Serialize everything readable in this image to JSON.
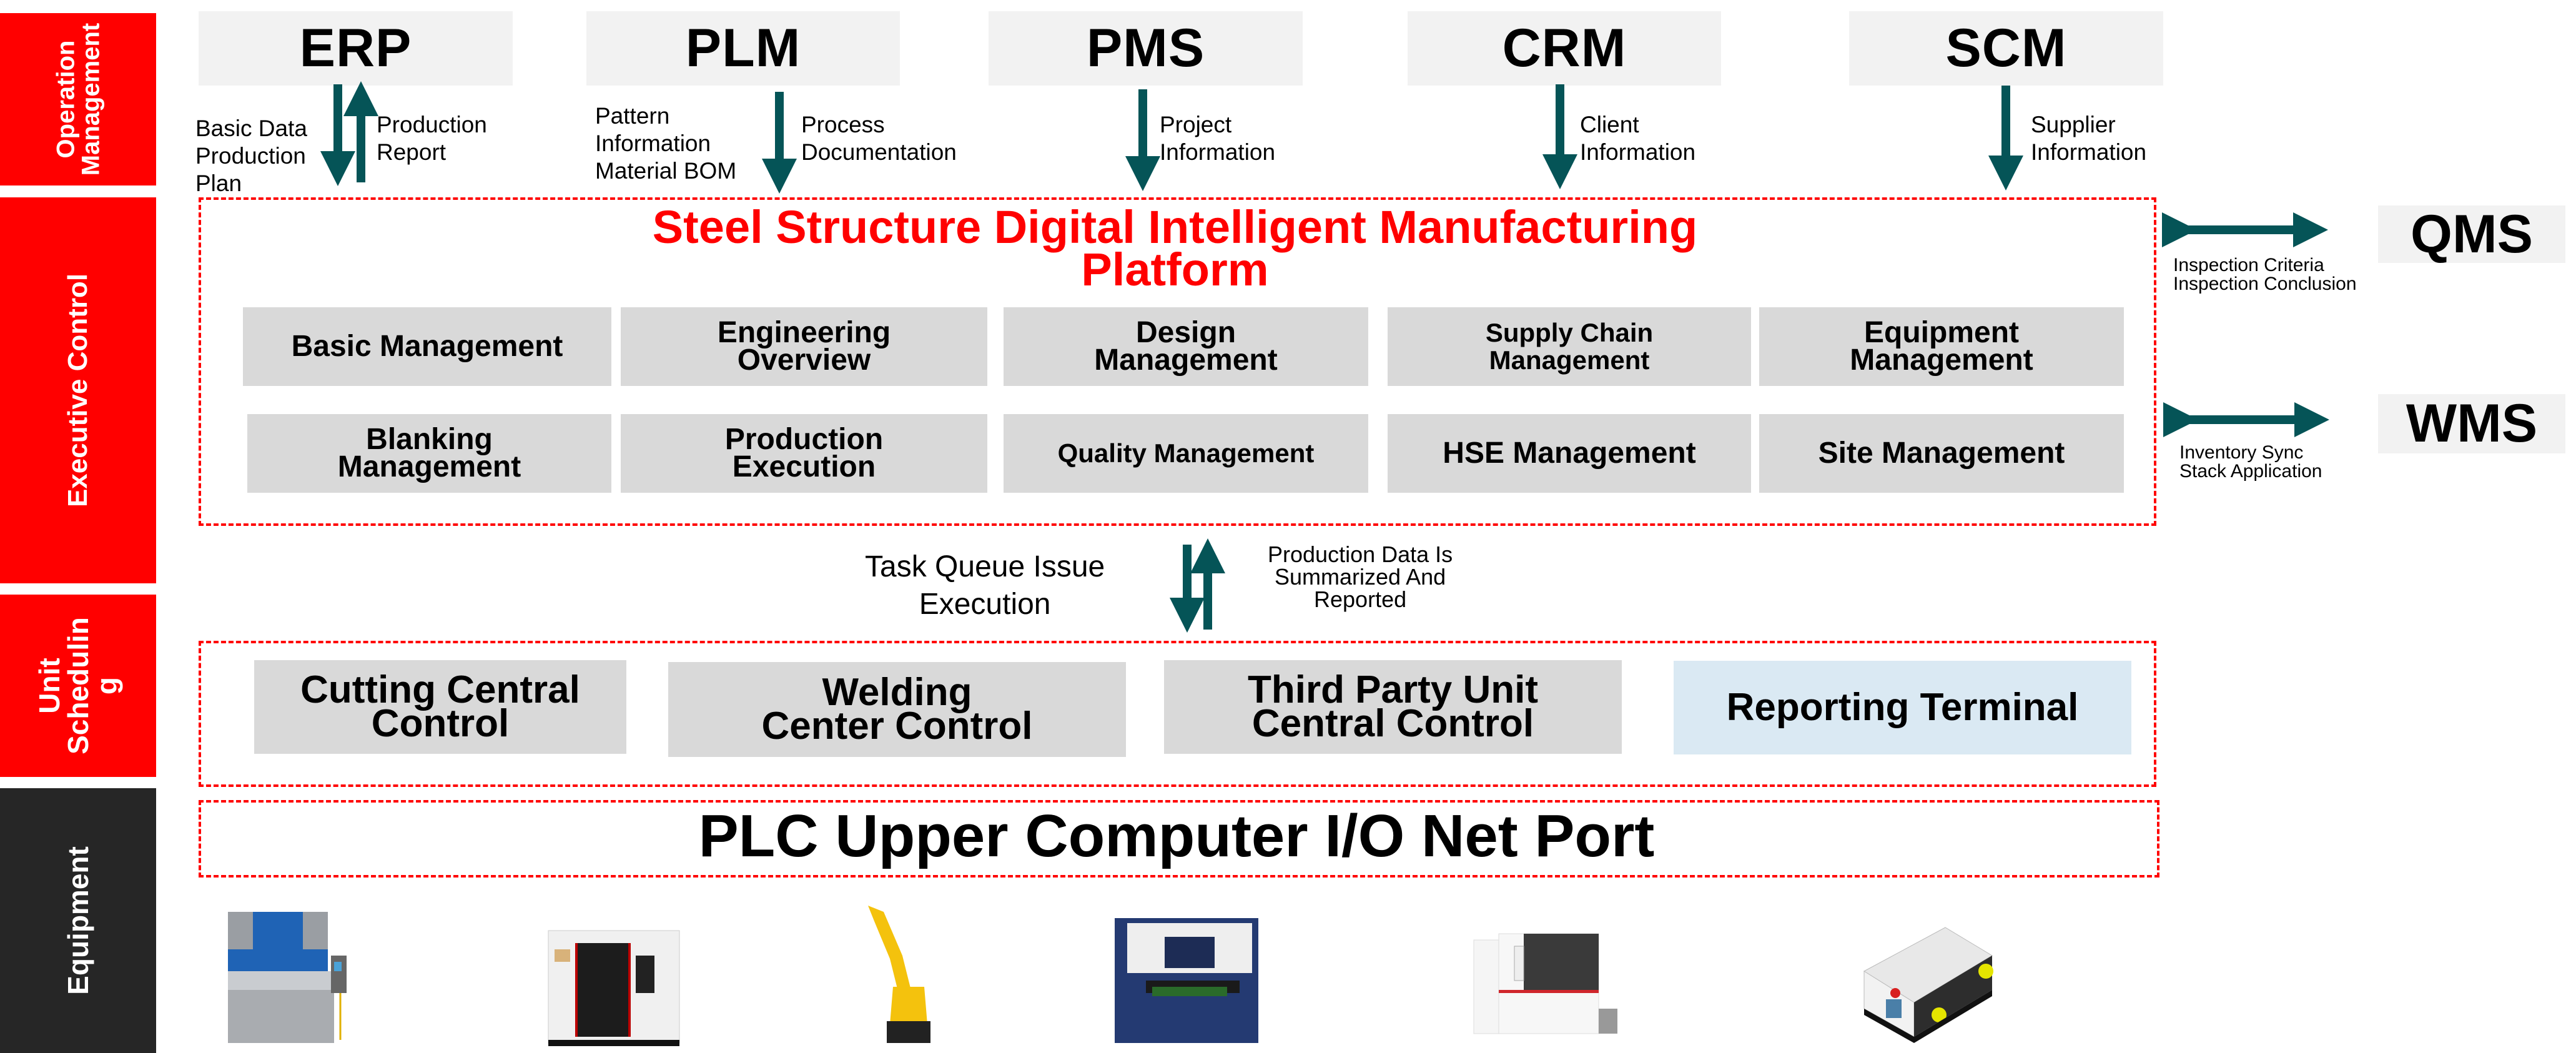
{
  "layers": [
    {
      "id": "operation",
      "label_lines": [
        "Operation",
        "Management"
      ]
    },
    {
      "id": "executive",
      "label_lines": [
        "Executive Control"
      ]
    },
    {
      "id": "unit",
      "label_lines": [
        "Unit",
        "Schedulin",
        "g"
      ]
    },
    {
      "id": "equipment",
      "label_lines": [
        "Equipment"
      ]
    }
  ],
  "top_systems": [
    {
      "name": "ERP",
      "left_note": [
        "Basic Data",
        "Production",
        "Plan"
      ],
      "right_note": [
        "Production",
        "Report"
      ],
      "arrows": "down-up"
    },
    {
      "name": "PLM",
      "left_note": [
        "Pattern",
        "Information",
        "Material BOM"
      ],
      "right_note": [
        "Process",
        "Documentation"
      ],
      "arrows": "down"
    },
    {
      "name": "PMS",
      "right_note": [
        "Project",
        "Information"
      ],
      "arrows": "down"
    },
    {
      "name": "CRM",
      "right_note": [
        "Client",
        "Information"
      ],
      "arrows": "down"
    },
    {
      "name": "SCM",
      "right_note": [
        "Supplier",
        "Information"
      ],
      "arrows": "down"
    }
  ],
  "platform": {
    "title_lines": [
      "Steel Structure Digital Intelligent Manufacturing",
      "Platform"
    ],
    "modules_row1": [
      "Basic Management",
      "Engineering Overview",
      "Design Management",
      "Supply Chain Management",
      "Equipment Management"
    ],
    "modules_row2": [
      "Blanking Management",
      "Production Execution",
      "Quality Management",
      "HSE Management",
      "Site Management"
    ]
  },
  "side_systems": [
    {
      "name": "QMS",
      "note": [
        "Inspection Criteria",
        "Inspection Conclusion"
      ],
      "arrows": "bidirectional"
    },
    {
      "name": "WMS",
      "note": [
        "Inventory Sync",
        "Stack Application"
      ],
      "arrows": "bidirectional"
    }
  ],
  "middle_flow": {
    "left_note": [
      "Task Queue Issue",
      "Execution"
    ],
    "right_note": [
      "Production Data Is",
      "Summarized And",
      "Reported"
    ]
  },
  "unit_controls": [
    "Cutting Central Control",
    "Welding Center Control",
    "Third Party Unit Central Control",
    "Reporting Terminal"
  ],
  "plc": {
    "label": "PLC Upper Computer I/O Net Port"
  },
  "equipment": [
    {
      "icon": "press-brake-icon"
    },
    {
      "icon": "cnc-machining-center-icon"
    },
    {
      "icon": "industrial-robot-arm-icon"
    },
    {
      "icon": "enclosed-machine-icon"
    },
    {
      "icon": "laser-cutting-machine-icon"
    },
    {
      "icon": "agv-robot-icon"
    }
  ],
  "colors": {
    "layer_red": "#ff0000",
    "layer_dark": "#262626",
    "arrow": "#055457",
    "title_red": "#ff0000",
    "module_gray": "#d9d9d9",
    "system_gray": "#f2f2f2",
    "terminal_blue": "#dae9f3"
  }
}
